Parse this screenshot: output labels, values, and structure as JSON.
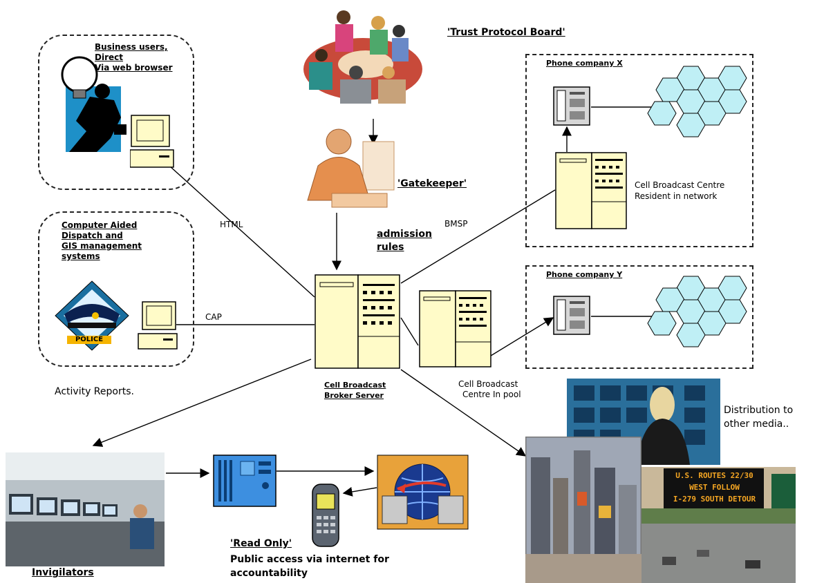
{
  "labels": {
    "business_users": [
      "Business users,",
      "Direct",
      "Via web browser"
    ],
    "cad_gis": [
      "Computer Aided",
      "Dispatch and",
      "GIS management",
      "systems"
    ],
    "police_badge": "POLICE",
    "trust_board": "'Trust Protocol Board'",
    "gatekeeper": "'Gatekeeper'",
    "admission_rules": [
      "admission",
      "rules"
    ],
    "html": "HTML",
    "bmsp": "BMSP",
    "cap": "CAP",
    "phone_x": "Phone company X",
    "phone_y": "Phone company Y",
    "cbc_resident": [
      "Cell Broadcast Centre",
      "Resident in network"
    ],
    "broker_server": [
      "Cell Broadcast",
      "Broker Server"
    ],
    "cbc_pool": [
      "Cell Broadcast",
      "Centre In pool"
    ],
    "activity_reports": "Activity Reports.",
    "distribution": [
      "Distribution to",
      "other media.."
    ],
    "sign_text": [
      "U.S. ROUTES 22/30",
      "WEST FOLLOW",
      "I-279 SOUTH DETOUR"
    ],
    "invigilators": "Invigilators",
    "read_only": "'Read Only'",
    "public_access": [
      "Public access via internet for",
      "accountability"
    ]
  },
  "colors": {
    "server_fill": "#fffbc8",
    "hex_fill": "#bfeff5",
    "device_fill": "#3d8fe0",
    "line": "#000000"
  }
}
